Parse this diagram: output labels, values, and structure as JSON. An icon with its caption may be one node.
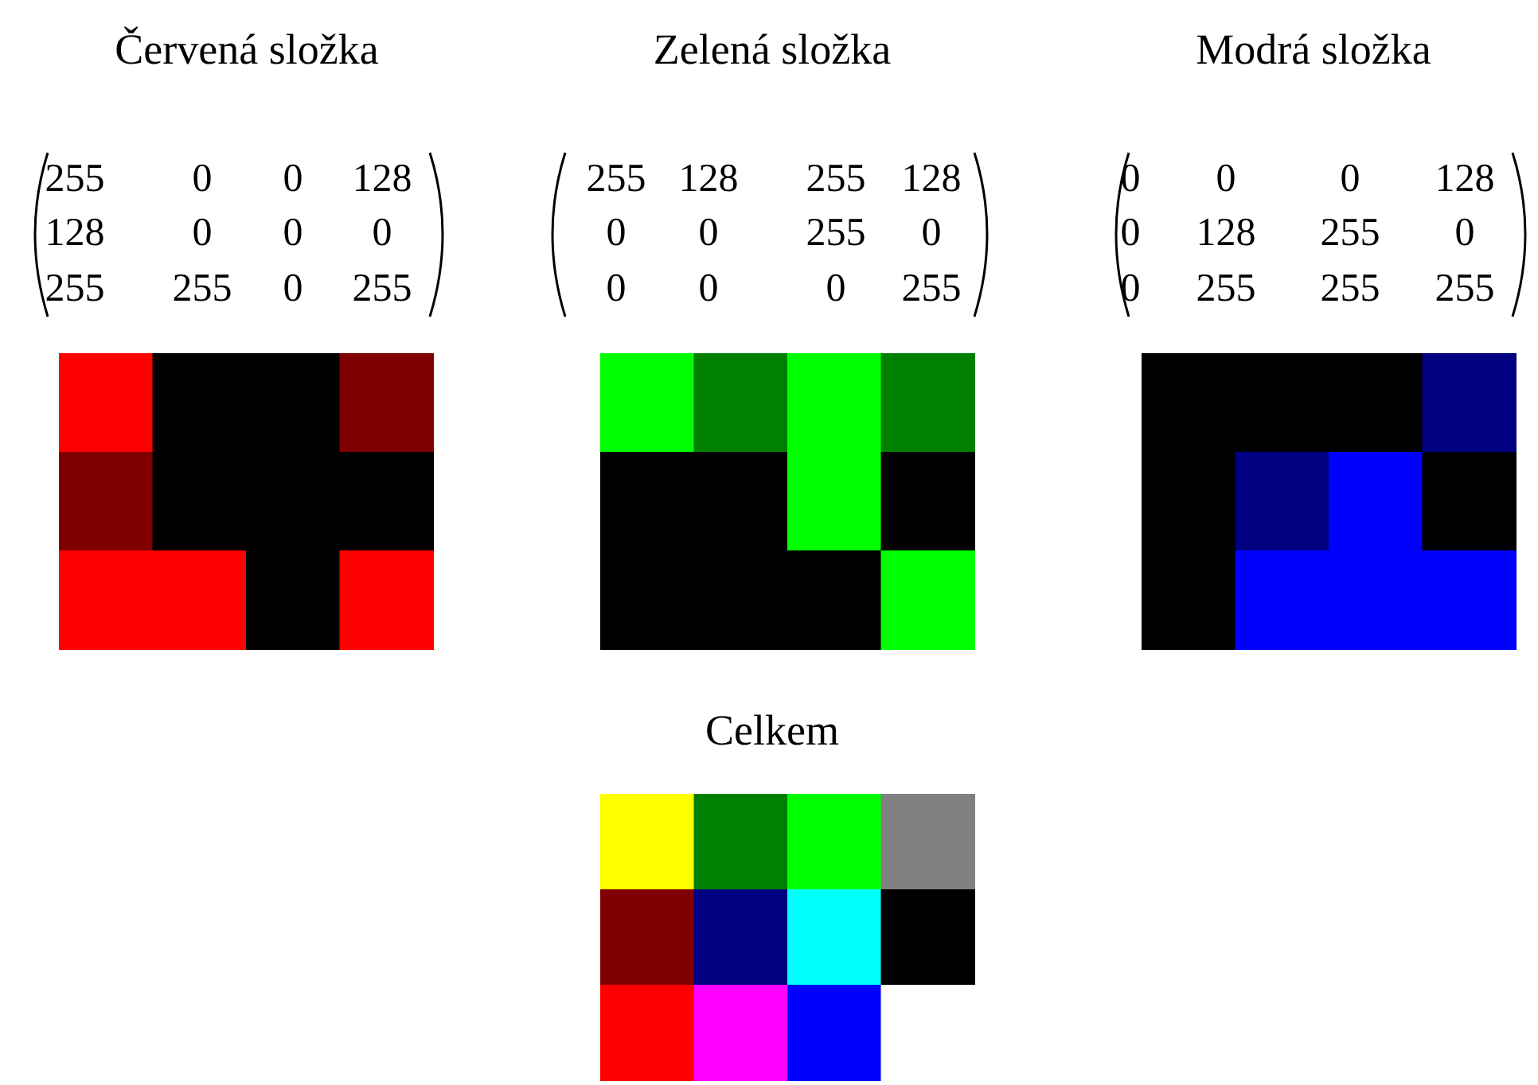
{
  "diagram": {
    "labels": [
      "Červená složka",
      "Zelená složka",
      "Modrá složka",
      "255",
      "0",
      "0",
      "128",
      "128",
      "0",
      "0",
      "0",
      "255",
      "255",
      "0",
      "255",
      "255",
      "128",
      "255",
      "128",
      "0",
      "0",
      "255",
      "0",
      "0",
      "0",
      "0",
      "255",
      "0",
      "0",
      "0",
      "128",
      "0",
      "128",
      "255",
      "0",
      "0",
      "255",
      "255",
      "255",
      "Celkem"
    ]
  }
}
